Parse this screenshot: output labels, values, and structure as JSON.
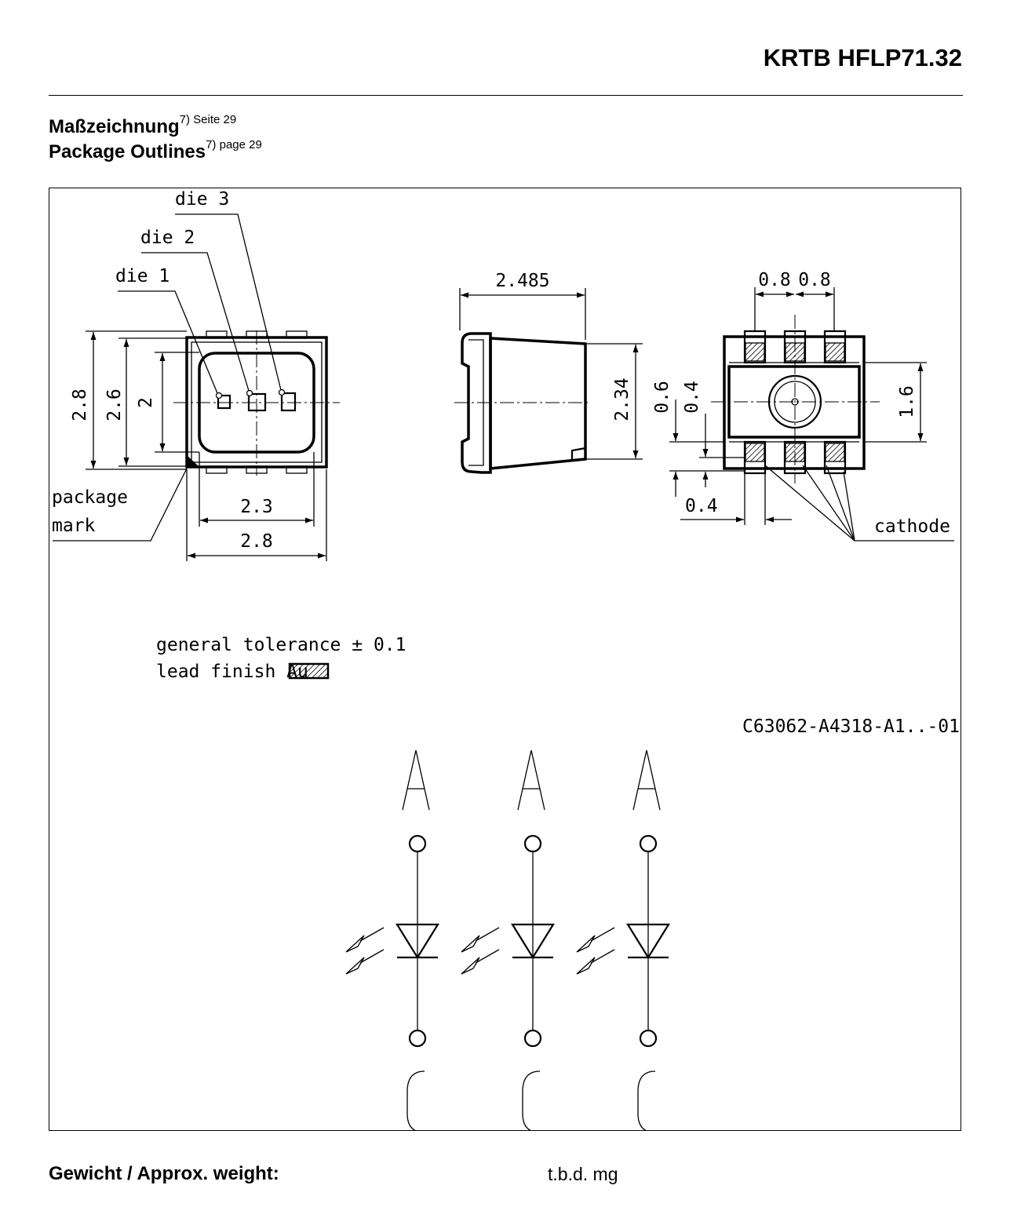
{
  "header": {
    "title": "KRTB HFLP71.32"
  },
  "section": {
    "title_de": "Maßzeichnung",
    "ref_de": "7) Seite 29",
    "title_en": "Package Outlines",
    "ref_en": "7) page 29"
  },
  "drawing": {
    "labels": {
      "die1": "die 1",
      "die2": "die 2",
      "die3": "die 3",
      "package_mark_1": "package",
      "package_mark_2": "mark",
      "cathode": "cathode",
      "tolerance": "general tolerance ± 0.1",
      "lead_finish": "lead finish Au",
      "drawing_number": "C63062-A4318-A1..-01",
      "anode": "A"
    },
    "dimensions": {
      "top_h_outer": "2.8",
      "top_h_mid": "2.6",
      "top_h_inner": "2",
      "top_w_inner": "2.3",
      "top_w_outer": "2.8",
      "side_w": "2.485",
      "side_h": "2.34",
      "bot_pitch_1": "0.8",
      "bot_pitch_2": "0.8",
      "bot_h_06": "0.6",
      "bot_h_04": "0.4",
      "bot_h_16": "1.6",
      "bot_w_04": "0.4"
    }
  },
  "footer": {
    "weight_label": "Gewicht / Approx. weight:",
    "weight_value": "t.b.d. mg"
  }
}
